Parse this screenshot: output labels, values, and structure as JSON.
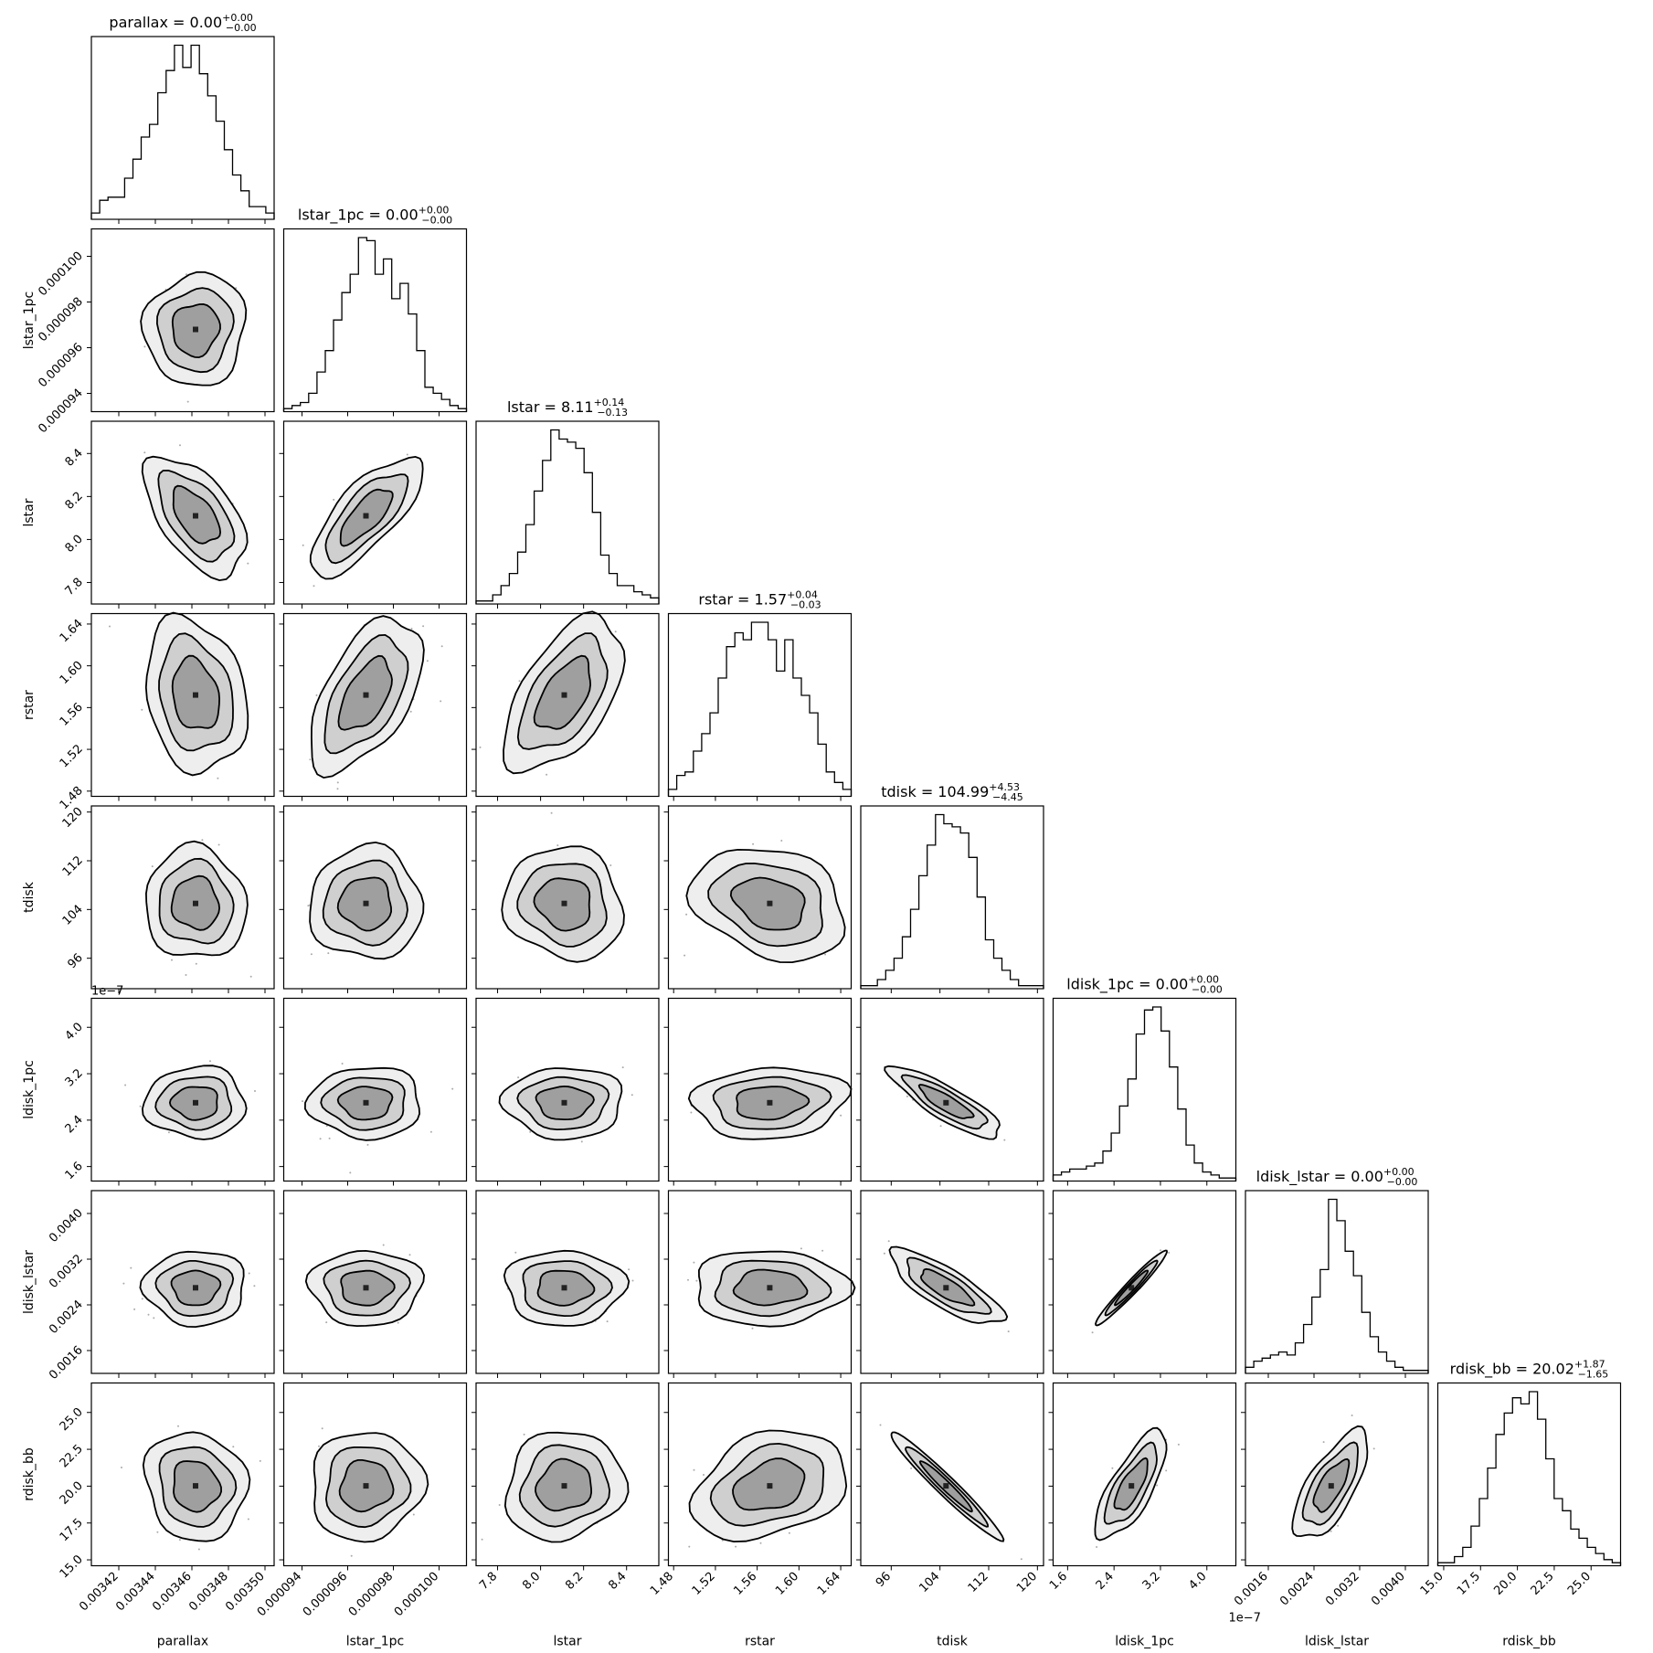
{
  "chart_data": {
    "type": "corner",
    "params": [
      {
        "name": "parallax",
        "label": "parallax",
        "title": "parallax = 0.00",
        "sup": "+0.00",
        "sub": "−0.00",
        "range": [
          0.003405,
          0.003505
        ],
        "ticks": [
          0.00342,
          0.00344,
          0.00346,
          0.00348,
          0.0035
        ],
        "ticklabels": [
          "0.00342",
          "0.00344",
          "0.00346",
          "0.00348",
          "0.00350"
        ],
        "center": 0.003462,
        "sd": 1.35e-05,
        "hist": [
          2,
          6,
          7,
          7,
          13,
          19,
          26,
          30,
          40,
          47,
          55,
          48,
          55,
          46,
          39,
          31,
          22,
          14,
          9,
          4,
          4,
          2
        ]
      },
      {
        "name": "lstar_1pc",
        "label": "lstar_1pc",
        "title": "lstar_1pc = 0.00",
        "sup": "+0.00",
        "sub": "−0.00",
        "range": [
          9.32e-05,
          0.0001012
        ],
        "ticks": [
          9.4e-05,
          9.6e-05,
          9.8e-05,
          0.0001
        ],
        "ticklabels": [
          "0.000094",
          "0.000096",
          "0.000098",
          "0.000100"
        ],
        "center": 9.68e-05,
        "sd": 1.2e-06,
        "hist": [
          1,
          2,
          3,
          6,
          13,
          20,
          30,
          39,
          45,
          57,
          56,
          45,
          50,
          37,
          42,
          32,
          20,
          8,
          6,
          4,
          2,
          1
        ]
      },
      {
        "name": "lstar",
        "label": "lstar",
        "title": "lstar = 8.11",
        "sup": "+0.14",
        "sub": "−0.13",
        "range": [
          7.7,
          8.55
        ],
        "ticks": [
          7.8,
          8.0,
          8.2,
          8.4
        ],
        "ticklabels": [
          "7.8",
          "8.0",
          "8.2",
          "8.4"
        ],
        "center": 8.11,
        "sd": 0.135,
        "hist": [
          1,
          1,
          3,
          6,
          10,
          17,
          26,
          37,
          47,
          57,
          54,
          53,
          51,
          43,
          30,
          16,
          10,
          6,
          6,
          4,
          3,
          2
        ]
      },
      {
        "name": "rstar",
        "label": "rstar",
        "title": "rstar = 1.57",
        "sup": "+0.04",
        "sub": "−0.03",
        "range": [
          1.475,
          1.65
        ],
        "ticks": [
          1.48,
          1.52,
          1.56,
          1.6,
          1.64
        ],
        "ticklabels": [
          "1.48",
          "1.52",
          "1.56",
          "1.60",
          "1.64"
        ],
        "center": 1.572,
        "sd": 0.036,
        "hist": [
          2,
          6,
          7,
          13,
          18,
          24,
          34,
          43,
          47,
          45,
          50,
          50,
          45,
          36,
          45,
          34,
          29,
          24,
          15,
          7,
          4,
          2
        ]
      },
      {
        "name": "tdisk",
        "label": "tdisk",
        "title": "tdisk = 104.99",
        "sup": "+4.53",
        "sub": "−4.45",
        "range": [
          91,
          121
        ],
        "ticks": [
          96,
          104,
          112,
          120
        ],
        "ticklabels": [
          "96",
          "104",
          "112",
          "120"
        ],
        "center": 104.99,
        "sd": 4.5,
        "hist": [
          1,
          1,
          3,
          6,
          10,
          17,
          26,
          37,
          47,
          57,
          54,
          53,
          51,
          43,
          30,
          16,
          10,
          6,
          3,
          1,
          1,
          1
        ]
      },
      {
        "name": "ldisk_1pc",
        "label": "ldisk_1pc",
        "title": "ldisk_1pc = 0.00",
        "sup": "+0.00",
        "sub": "−0.00",
        "range": [
          1.35e-07,
          4.5e-07
        ],
        "ticks": [
          1.6e-07,
          2.4e-07,
          3.2e-07,
          4e-07
        ],
        "ticklabels": [
          "1.6",
          "2.4",
          "3.2",
          "4.0"
        ],
        "offset": "1e−7",
        "center": 2.7e-07,
        "sd": 3e-08,
        "hist": [
          2,
          3,
          4,
          4,
          5,
          6,
          10,
          16,
          25,
          34,
          49,
          57,
          58,
          50,
          38,
          24,
          12,
          6,
          3,
          2,
          1,
          1
        ]
      },
      {
        "name": "ldisk_lstar",
        "label": "ldisk_lstar",
        "title": "ldisk_lstar = 0.00",
        "sup": "+0.00",
        "sub": "−0.00",
        "range": [
          0.0012,
          0.0044
        ],
        "ticks": [
          0.0016,
          0.0024,
          0.0032,
          0.004
        ],
        "ticklabels": [
          "0.0016",
          "0.0024",
          "0.0032",
          "0.0040"
        ],
        "center": 0.0027,
        "sd": 0.00032,
        "hist": [
          2,
          4,
          5,
          6,
          7,
          6,
          10,
          16,
          25,
          34,
          57,
          50,
          40,
          32,
          20,
          12,
          7,
          4,
          2,
          1,
          1,
          1
        ]
      },
      {
        "name": "rdisk_bb",
        "label": "rdisk_bb",
        "title": "rdisk_bb = 20.02",
        "sup": "+1.87",
        "sub": "−1.65",
        "range": [
          14.6,
          27.0
        ],
        "ticks": [
          15.0,
          17.5,
          20.0,
          22.5,
          25.0
        ],
        "ticklabels": [
          "15.0",
          "17.5",
          "20.0",
          "22.5",
          "25.0"
        ],
        "center": 20.02,
        "sd": 1.8,
        "hist": [
          1,
          1,
          3,
          6,
          13,
          22,
          32,
          43,
          50,
          55,
          53,
          57,
          48,
          35,
          22,
          18,
          12,
          9,
          6,
          4,
          2,
          1
        ]
      }
    ],
    "correlations": [
      [
        1
      ],
      [
        0.05,
        1
      ],
      [
        -0.55,
        0.75,
        1
      ],
      [
        -0.2,
        0.55,
        0.55,
        1
      ],
      [
        -0.05,
        0.0,
        -0.1,
        -0.25,
        1
      ],
      [
        0.0,
        0.0,
        0.0,
        0.1,
        -0.85,
        1
      ],
      [
        0.0,
        0.0,
        0.0,
        0.0,
        -0.8,
        0.98,
        1
      ],
      [
        -0.1,
        0.05,
        0.1,
        0.3,
        -0.98,
        0.75,
        0.7,
        1
      ]
    ]
  }
}
